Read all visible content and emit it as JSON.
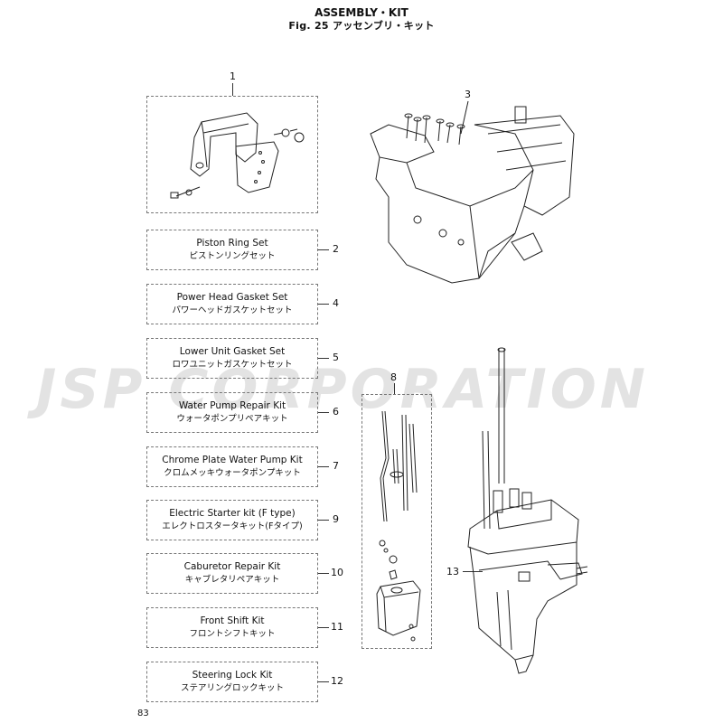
{
  "header": {
    "title": "ASSEMBLY・KIT",
    "subtitle": "Fig. 25 アッセンブリ・キット"
  },
  "watermark": "JSP CORPORATION",
  "callouts": {
    "item1": "1",
    "item3": "3",
    "item8": "8",
    "item13": "13"
  },
  "kits": [
    {
      "en": "Piston Ring Set",
      "jp": "ピストンリングセット",
      "number": "2"
    },
    {
      "en": "Power Head Gasket Set",
      "jp": "パワーヘッドガスケットセット",
      "number": "4"
    },
    {
      "en": "Lower Unit Gasket Set",
      "jp": "ロワユニットガスケットセット",
      "number": "5"
    },
    {
      "en": "Water Pump Repair Kit",
      "jp": "ウォータポンプリペアキット",
      "number": "6"
    },
    {
      "en": "Chrome Plate Water Pump Kit",
      "jp": "クロムメッキウォータポンプキット",
      "number": "7"
    },
    {
      "en": "Electric Starter kit (F type)",
      "jp": "エレクトロスタータキット(Fタイプ)",
      "number": "9"
    },
    {
      "en": "Caburetor Repair Kit",
      "jp": "キャブレタリペアキット",
      "number": "10"
    },
    {
      "en": "Front Shift Kit",
      "jp": "フロントシフトキット",
      "number": "11"
    },
    {
      "en": "Steering Lock Kit",
      "jp": "ステアリングロックキット",
      "number": "12"
    }
  ],
  "page_number": "83"
}
